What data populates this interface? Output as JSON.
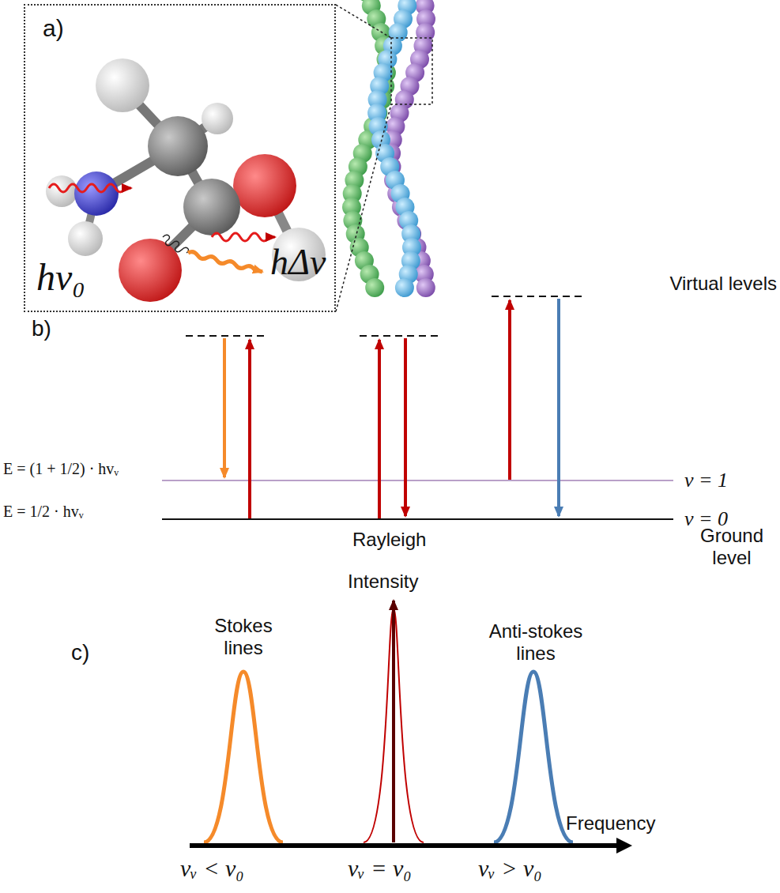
{
  "diagram": {
    "nodes": [
      {
        "text": [
          "a)",
          "hv₀",
          "hΔv"
        ]
      }
    ],
    "labels": [
      "b)",
      "Virtual levels",
      "E = (1 + 1/2) · hvᵥ",
      "E = 1/2 · hvᵥ",
      "v = 1",
      "v = 0",
      "Ground level",
      "Rayleigh",
      "Intensity",
      "c)",
      "Stokes lines",
      "Anti-stokes lines",
      "Frequency",
      "vᵥ < v₀",
      "vᵥ = v₀",
      "vᵥ > v₀"
    ]
  }
}
